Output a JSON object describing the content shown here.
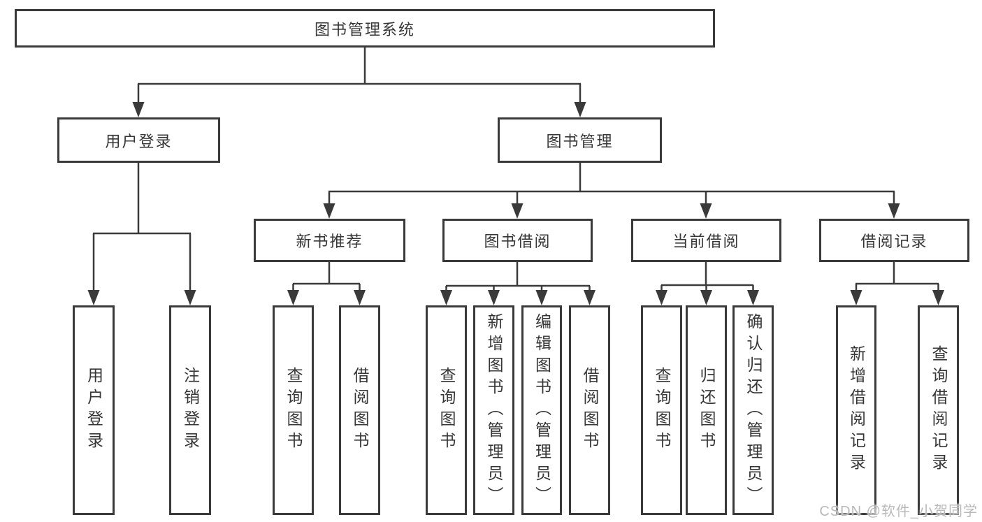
{
  "diagram": {
    "nodes": {
      "root": "图书管理系统",
      "user_login": "用户登录",
      "book_mgmt": "图书管理",
      "new_book_rec": "新书推荐",
      "book_borrow": "图书借阅",
      "current_borrow": "当前借阅",
      "borrow_records": "借阅记录",
      "leaf_user_login": "用户登录",
      "leaf_logout": "注销登录",
      "leaf_rec_query_books": "查询图书",
      "leaf_rec_borrow_books": "借阅图书",
      "leaf_bb_query_books": "查询图书",
      "leaf_bb_add_books": "新增图书（管理员）",
      "leaf_bb_edit_books": "编辑图书（管理员）",
      "leaf_bb_borrow_books": "借阅图书",
      "leaf_cb_query_books": "查询图书",
      "leaf_cb_return_books": "归还图书",
      "leaf_cb_confirm_return": "确认归还（管理员）",
      "leaf_br_add_record": "新增借阅记录",
      "leaf_br_query_record": "查询借阅记录"
    },
    "colors": {
      "line": "#3a3a3a",
      "box_border": "#3a3a3a",
      "text": "#363636",
      "background": "#ffffff",
      "watermark": "#b9b9b9"
    }
  },
  "watermark": "CSDN @软件_小贺同学"
}
